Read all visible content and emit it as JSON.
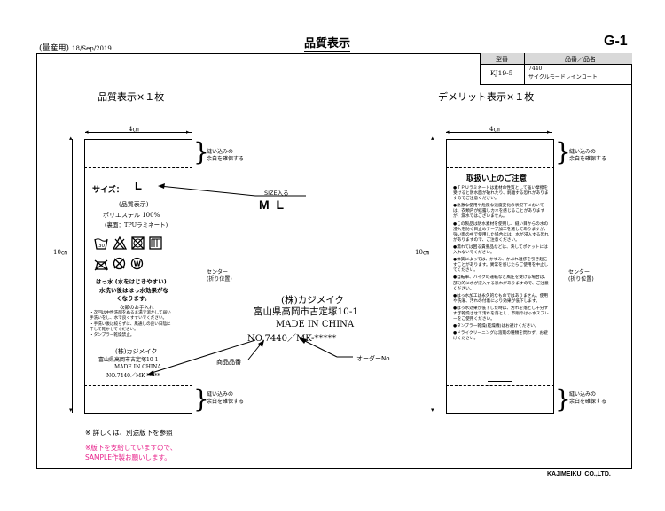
{
  "header": {
    "production": "(量産用)",
    "date": "18/Sep/2019",
    "title": "品質表示",
    "page_code": "G-1"
  },
  "spec_table": {
    "col1_header": "型番",
    "col2_header": "品番／品名",
    "model": "KJ19-5",
    "product_no": "7440",
    "product_name": "サイクルモードレインコート"
  },
  "left_section": {
    "heading": "品質表示×１枚",
    "width_dim": "4㎝",
    "height_dim": "10㎝",
    "top_note": [
      "縫い込みの",
      "余白を確保する"
    ],
    "bottom_note": [
      "縫い込みの",
      "余白を確保する"
    ],
    "center_note": [
      "センター",
      "(折り位置)"
    ],
    "label": {
      "size_label": "サイズ：",
      "size_value": "L",
      "quality_title": "(品質表示)",
      "material": "ポリエステル 100%",
      "coating": "(裏面：TPUラミネート)",
      "care_icons": [
        "wash-30-icon",
        "no-bleach-icon",
        "no-tumble-dry-icon",
        "line-dry-icon",
        "no-iron-icon",
        "no-dryclean-icon",
        "wet-clean-icon"
      ],
      "water_note_1": "はっ水 (水をはじきやすい)",
      "water_note_2": "水洗い後ははっ水効果がな",
      "water_note_3": "くなります。",
      "handling_title": "衣類のお手入れ",
      "handling": [
        "・次回は中性洗剤をぬるま湯で溶かして弱い",
        "  手洗いをし、水で良くすすいでください。",
        "・手洗い後は絞らずに、風通しの良い日陰に",
        "  干して乾かしてください。",
        "・タンブラー乾燥禁止。"
      ],
      "company": "(株)カジメイク",
      "address": "富山県高岡市古定塚10-1",
      "made_in": "MADE IN CHINA",
      "product_code": "NO.7440／MK-*****"
    },
    "size_callout_label": "SIZE入る",
    "size_callout_value": "M  L",
    "big_company": "(株)カジメイク",
    "big_address": "富山県高岡市古定塚10-1",
    "big_made_in": "MADE IN CHINA",
    "big_product_code": "NO.7440／MK-*****",
    "product_no_caption": "商品品番",
    "order_no_caption": "オーダーNo.",
    "footnote": "※ 詳しくは、別途版下を参照",
    "warning_line1": "※版下を支給していますので、",
    "warning_line2": "SAMPLE作製お願いします。"
  },
  "right_section": {
    "heading": "デメリット表示×１枚",
    "width_dim": "4㎝",
    "height_dim": "10㎝",
    "top_note": [
      "縫い込みの",
      "余白を確保する"
    ],
    "bottom_note": [
      "縫い込みの",
      "余白を確保する"
    ],
    "center_note": [
      "センター",
      "(折り位置)"
    ],
    "label": {
      "title": "取扱い上のご注意",
      "paragraphs": [
        "●ＴＰＵラミネートは素材の性質として強い摩擦を受けると防水面が破れたり、剥離する恐れがありますのでご注意ください。",
        "●急激な使用や危険な速度変化の状況下においては、衣類内が結露しカネを感じることがありますが、漏水ではございません。",
        "●この製品は防水素材を使用し、縫い目からの水の浸入を防ぐ目止めテープ加工を施してありますが、強い雨の中で使用した場合には、水が浸入する恐れがありますので、ご注意ください。",
        "●濡れては困る貴重品などは、決してポケットには入れないでください。",
        "●体質によっては、かゆみ、かぶれ湿疹を引き起こすことがあります。異常を感じたらご使用を中止してください。",
        "●自転車、バイクの運転など風圧を受ける場合は、部分的に水が浸入する恐れがありますので、ご注意ください。",
        "●はっ水加工は永久的なものではありません。使用や洗濯、汚れの付着により効果が低下します。",
        "●はっ水効果が低下した時は、汚れを落とし十分すすぎ乾燥させて汚れを落とし、市販のはっ水スプレーをご使用ください。",
        "●タンブラー乾燥(乾燥機)はお避けください。",
        "●ドライクリーニングは溶剤の種類を問わず、お避けください。"
      ]
    }
  },
  "footer": {
    "company": "KAJIMEIKU  CO.,LTD."
  }
}
